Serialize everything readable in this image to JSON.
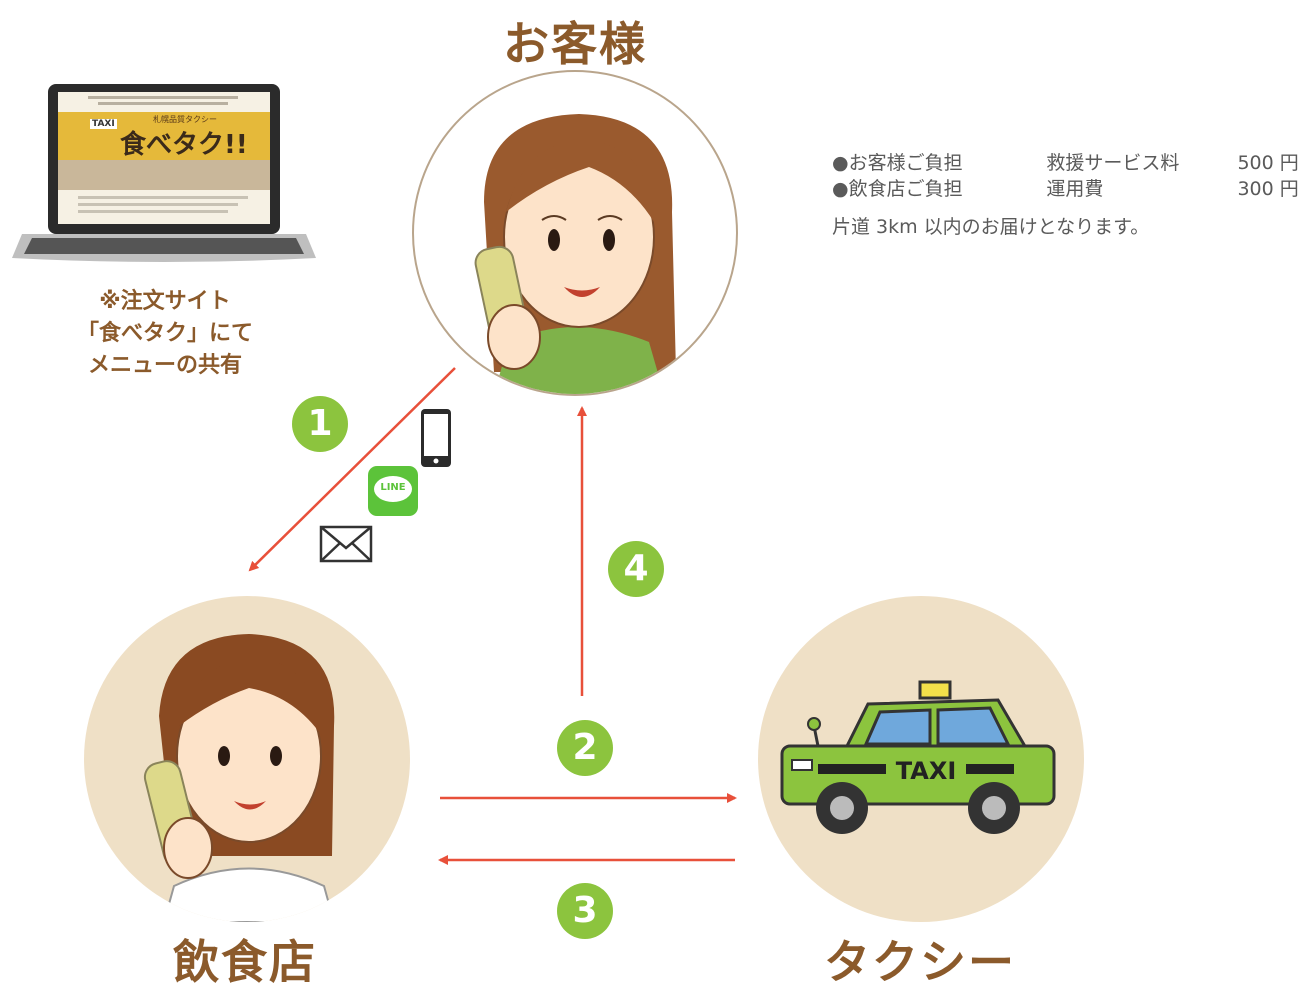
{
  "nodes": {
    "customer": "お客様",
    "restaurant": "飲食店",
    "taxi": "タクシー"
  },
  "laptop_note": {
    "line1": "※注文サイト",
    "line2": "「食べタク」にて",
    "line3": "メニューの共有"
  },
  "laptop_screen": {
    "logo_text": "食べタク!!",
    "badge": "TAXI",
    "subtitle": "札幌品質タクシー"
  },
  "fees": {
    "rows": [
      {
        "label": "●お客様ご負担",
        "service": "救援サービス料",
        "amount": "500 円"
      },
      {
        "label": "●飲食店ご負担",
        "service": "運用費",
        "amount": "300 円"
      }
    ],
    "note": "片道 3km 以内のお届けとなります。"
  },
  "steps": [
    "1",
    "2",
    "3",
    "4"
  ],
  "channels": {
    "line_label": "LINE",
    "icons": [
      "smartphone-icon",
      "line-icon",
      "mail-icon"
    ]
  },
  "taxi_sign": "TAXI",
  "colors": {
    "title": "#8b5a2b",
    "step": "#8cc43e",
    "arrow": "#e8503a",
    "circle_fill": "#efe0c6",
    "circle_border": "#b9a58c",
    "taxi_body": "#8cc43e"
  }
}
